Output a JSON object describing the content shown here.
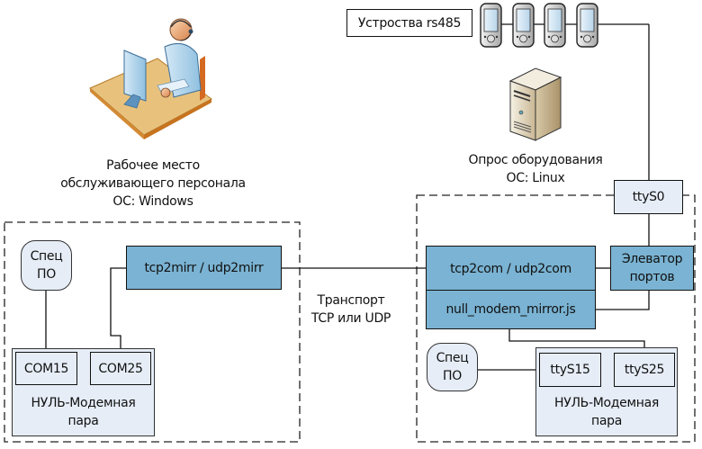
{
  "workstation": {
    "caption_line1": "Рабочее место",
    "caption_line2": "обслуживающего персонала",
    "caption_line3": "ОС:  Windows",
    "icon": "operator-workstation-icon"
  },
  "server": {
    "caption_line1": "Опрос оборудования",
    "caption_line2": "ОС:  Linux",
    "icon": "server-tower-icon"
  },
  "devices": {
    "label": "Устроства rs485",
    "count": 4,
    "icon": "handheld-device-icon"
  },
  "transport": {
    "line1": "Транспорт",
    "line2": "TCP или UDP"
  },
  "left_host": {
    "spec_po_line1": "Спец",
    "spec_po_line2": "ПО",
    "mirror_module": "tcp2mirr / udp2mirr",
    "null_pair": {
      "port_a": "COM15",
      "port_b": "COM25",
      "label_line1": "НУЛЬ-Модемная",
      "label_line2": "пара"
    }
  },
  "right_host": {
    "tty_port": "ttyS0",
    "com_module": "tcp2com / udp2com",
    "mirror_script": "null_modem_mirror.js",
    "elevator_line1": "Элеватор",
    "elevator_line2": "портов",
    "spec_po_line1": "Спец",
    "spec_po_line2": "ПО",
    "null_pair": {
      "port_a": "ttyS15",
      "port_b": "ttyS25",
      "label_line1": "НУЛЬ-Модемная",
      "label_line2": "пара"
    }
  },
  "colors": {
    "module_fill": "#7ab3d3",
    "light_fill": "#e6edf7",
    "line": "#111111"
  }
}
